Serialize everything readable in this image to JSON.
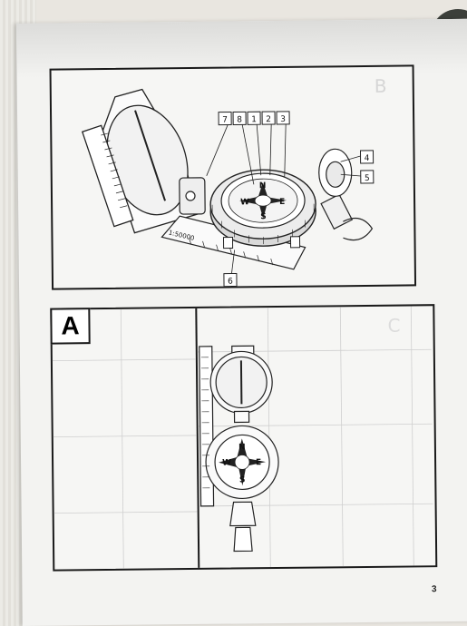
{
  "page": {
    "number": "3"
  },
  "top_figure": {
    "callouts": [
      "7",
      "8",
      "1",
      "2",
      "3",
      "4",
      "5",
      "6"
    ],
    "scale_text": "1:50000",
    "dial_letters": [
      "N",
      "E",
      "S",
      "W"
    ],
    "corner_mark": "B"
  },
  "bottom_figure": {
    "label": "A",
    "dial_letters": [
      "N",
      "E",
      "S",
      "W"
    ],
    "corner_mark": "C"
  }
}
